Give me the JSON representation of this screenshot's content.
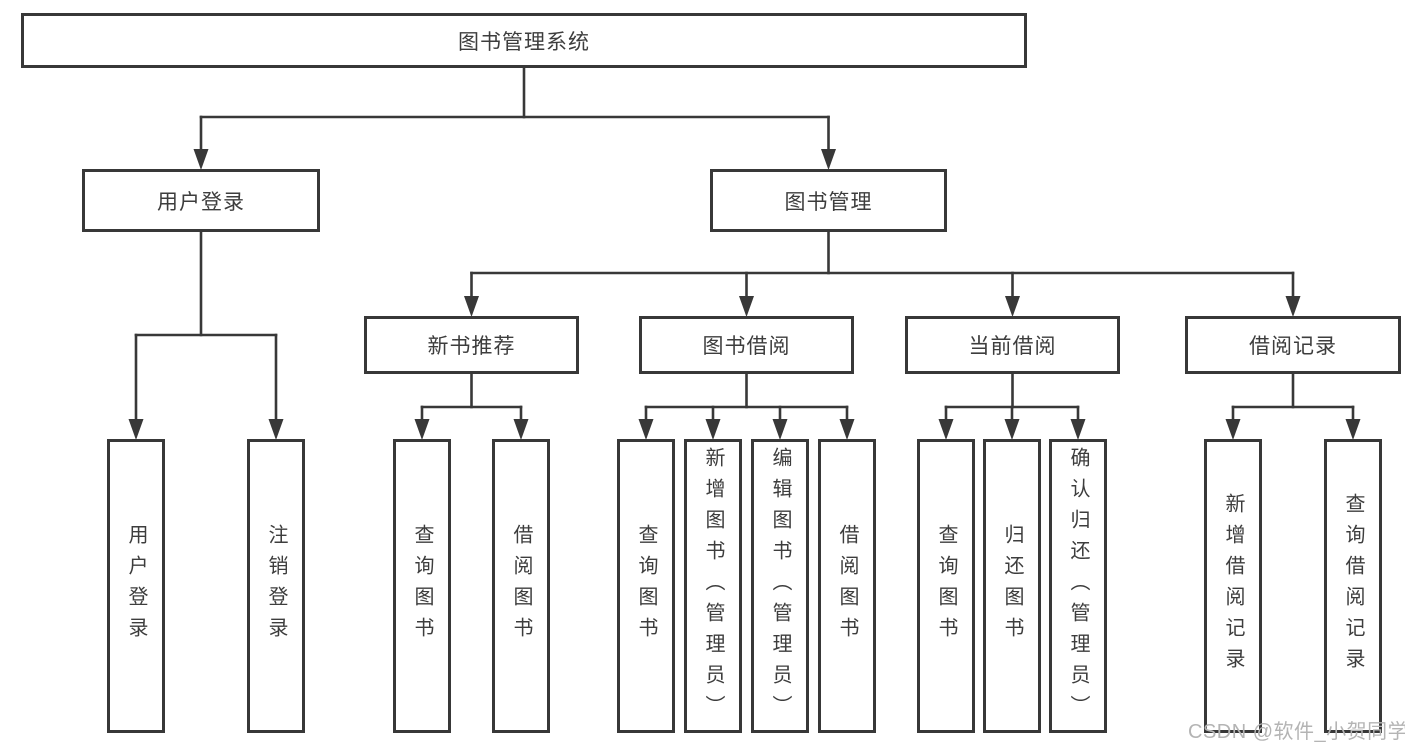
{
  "diagram": {
    "type": "hierarchy-tree",
    "orientation": "top-down"
  },
  "nodes": [
    {
      "id": "system",
      "label": "图书管理系统",
      "parent": null,
      "shape": "horizontal"
    },
    {
      "id": "user-login",
      "label": "用户登录",
      "parent": "system",
      "shape": "horizontal"
    },
    {
      "id": "book-mgmt",
      "label": "图书管理",
      "parent": "system",
      "shape": "horizontal"
    },
    {
      "id": "new-book-rec",
      "label": "新书推荐",
      "parent": "book-mgmt",
      "shape": "horizontal"
    },
    {
      "id": "book-borrow",
      "label": "图书借阅",
      "parent": "book-mgmt",
      "shape": "horizontal"
    },
    {
      "id": "current-borrow",
      "label": "当前借阅",
      "parent": "book-mgmt",
      "shape": "horizontal"
    },
    {
      "id": "borrow-records",
      "label": "借阅记录",
      "parent": "book-mgmt",
      "shape": "horizontal"
    },
    {
      "id": "login-action",
      "label": "用户登录",
      "parent": "user-login",
      "shape": "vertical"
    },
    {
      "id": "logout-action",
      "label": "注销登录",
      "parent": "user-login",
      "shape": "vertical"
    },
    {
      "id": "nb-query",
      "label": "查询图书",
      "parent": "new-book-rec",
      "shape": "vertical"
    },
    {
      "id": "nb-borrow",
      "label": "借阅图书",
      "parent": "new-book-rec",
      "shape": "vertical"
    },
    {
      "id": "bb-query",
      "label": "查询图书",
      "parent": "book-borrow",
      "shape": "vertical"
    },
    {
      "id": "bb-add",
      "label": "新增图书（管理员）",
      "parent": "book-borrow",
      "shape": "vertical"
    },
    {
      "id": "bb-edit",
      "label": "编辑图书（管理员）",
      "parent": "book-borrow",
      "shape": "vertical"
    },
    {
      "id": "bb-borrow",
      "label": "借阅图书",
      "parent": "book-borrow",
      "shape": "vertical"
    },
    {
      "id": "cb-query",
      "label": "查询图书",
      "parent": "current-borrow",
      "shape": "vertical"
    },
    {
      "id": "cb-return",
      "label": "归还图书",
      "parent": "current-borrow",
      "shape": "vertical"
    },
    {
      "id": "cb-confirm",
      "label": "确认归还（管理员）",
      "parent": "current-borrow",
      "shape": "vertical"
    },
    {
      "id": "br-add",
      "label": "新增借阅记录",
      "parent": "borrow-records",
      "shape": "vertical"
    },
    {
      "id": "br-query",
      "label": "查询借阅记录",
      "parent": "borrow-records",
      "shape": "vertical"
    }
  ],
  "watermark": {
    "text": "CSDN @软件_小贺同学",
    "color": "#b4b4b4"
  },
  "colors": {
    "line": "#383838",
    "box_border": "#383838",
    "text": "#3d3d3d",
    "background": "#ffffff"
  }
}
